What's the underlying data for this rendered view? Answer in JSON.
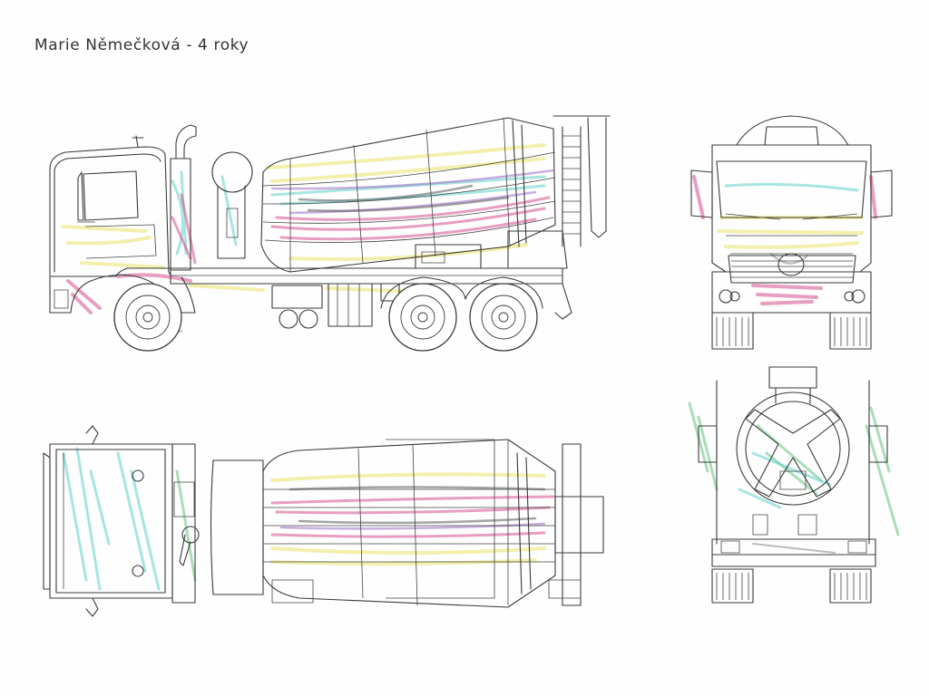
{
  "caption": "Marie Němečková - 4 roky",
  "palette": {
    "paper": "#fefefe",
    "ink": "#3a3a3a",
    "crayon_pink": "#d64f8e",
    "crayon_yellow": "#e9e36a",
    "crayon_cyan": "#5fd0c8",
    "crayon_green": "#63c27e",
    "crayon_purple": "#9b6bc4",
    "crayon_grey": "#5a5a5a"
  },
  "views": [
    {
      "name": "side-view",
      "subject": "concrete mixer truck"
    },
    {
      "name": "front-view",
      "subject": "concrete mixer truck"
    },
    {
      "name": "top-view",
      "subject": "concrete mixer truck"
    },
    {
      "name": "rear-view",
      "subject": "concrete mixer truck"
    }
  ]
}
